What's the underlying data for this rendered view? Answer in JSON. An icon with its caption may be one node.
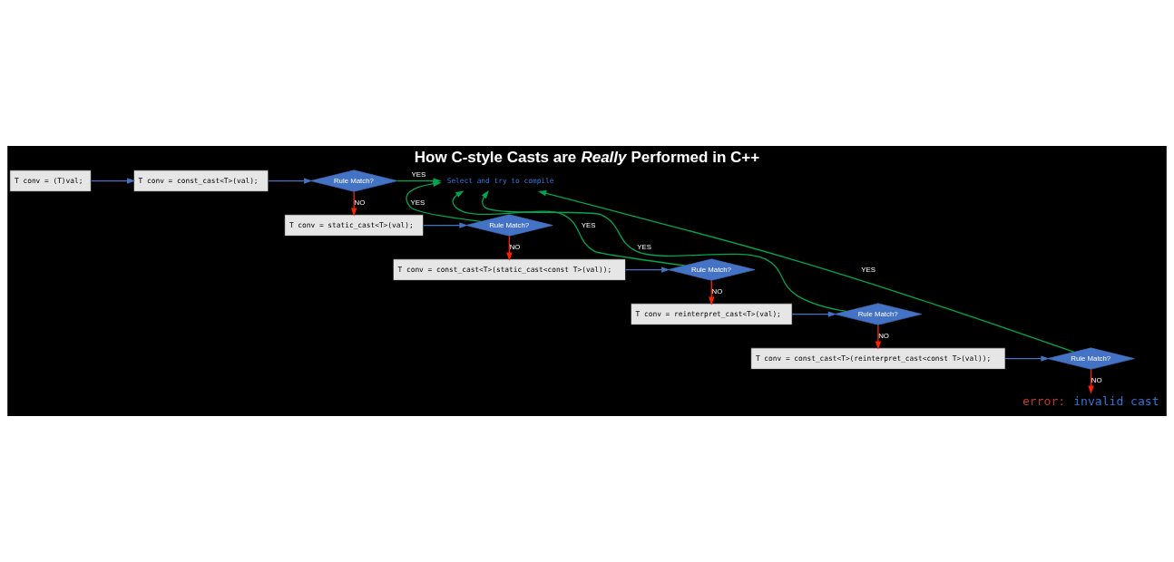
{
  "diagram": {
    "title": "How C-style Casts are *Really* Performed in C++",
    "nodes": [
      {
        "text": [
          "T conv = (T)val;"
        ]
      },
      {
        "text": [
          "T conv = const_cast<T>(val);"
        ]
      },
      {
        "text": [
          "Rule Match?"
        ]
      },
      {
        "text": [
          "T conv = static_cast<T>(val);"
        ]
      },
      {
        "text": [
          "Rule Match?"
        ]
      },
      {
        "text": [
          "T conv = const_cast<T>(static_cast<const T>(val));"
        ]
      },
      {
        "text": [
          "Rule Match?"
        ]
      },
      {
        "text": [
          "T conv = reinterpret_cast<T>(val);"
        ]
      },
      {
        "text": [
          "Rule Match?"
        ]
      },
      {
        "text": [
          "T conv = const_cast<T>(reinterpret_cast<const T>(val));"
        ]
      },
      {
        "text": [
          "Rule Match?"
        ]
      },
      {
        "text": [
          "Select and try to compile"
        ]
      },
      {
        "text": [
          "error:",
          "invalid cast"
        ]
      }
    ],
    "edges": [
      {
        "from": 0,
        "to": 1,
        "arrow": "to",
        "color": "#4472c4"
      },
      {
        "from": 1,
        "to": 2,
        "arrow": "to",
        "color": "#4472c4"
      },
      {
        "from": 2,
        "to": 11,
        "arrow": "to",
        "label": "YES",
        "color": "#00a651"
      },
      {
        "from": 2,
        "to": 3,
        "arrow": "to",
        "label": "NO",
        "color": "#ff2200"
      },
      {
        "from": 3,
        "to": 4,
        "arrow": "to",
        "color": "#4472c4"
      },
      {
        "from": 4,
        "to": 11,
        "arrow": "to",
        "label": "YES",
        "color": "#00a651"
      },
      {
        "from": 4,
        "to": 5,
        "arrow": "to",
        "label": "NO",
        "color": "#ff2200"
      },
      {
        "from": 5,
        "to": 6,
        "arrow": "to",
        "color": "#4472c4"
      },
      {
        "from": 6,
        "to": 11,
        "arrow": "to",
        "label": "YES",
        "color": "#00a651"
      },
      {
        "from": 6,
        "to": 7,
        "arrow": "to",
        "label": "NO",
        "color": "#ff2200"
      },
      {
        "from": 7,
        "to": 8,
        "arrow": "to",
        "color": "#4472c4"
      },
      {
        "from": 8,
        "to": 11,
        "arrow": "to",
        "label": "YES",
        "color": "#00a651"
      },
      {
        "from": 8,
        "to": 9,
        "arrow": "to",
        "label": "NO",
        "color": "#ff2200"
      },
      {
        "from": 9,
        "to": 10,
        "arrow": "to",
        "color": "#4472c4"
      },
      {
        "from": 10,
        "to": 11,
        "arrow": "to",
        "label": "YES",
        "color": "#00a651"
      },
      {
        "from": 10,
        "to": 12,
        "arrow": "to",
        "label": "NO",
        "color": "#ff2200"
      }
    ]
  }
}
